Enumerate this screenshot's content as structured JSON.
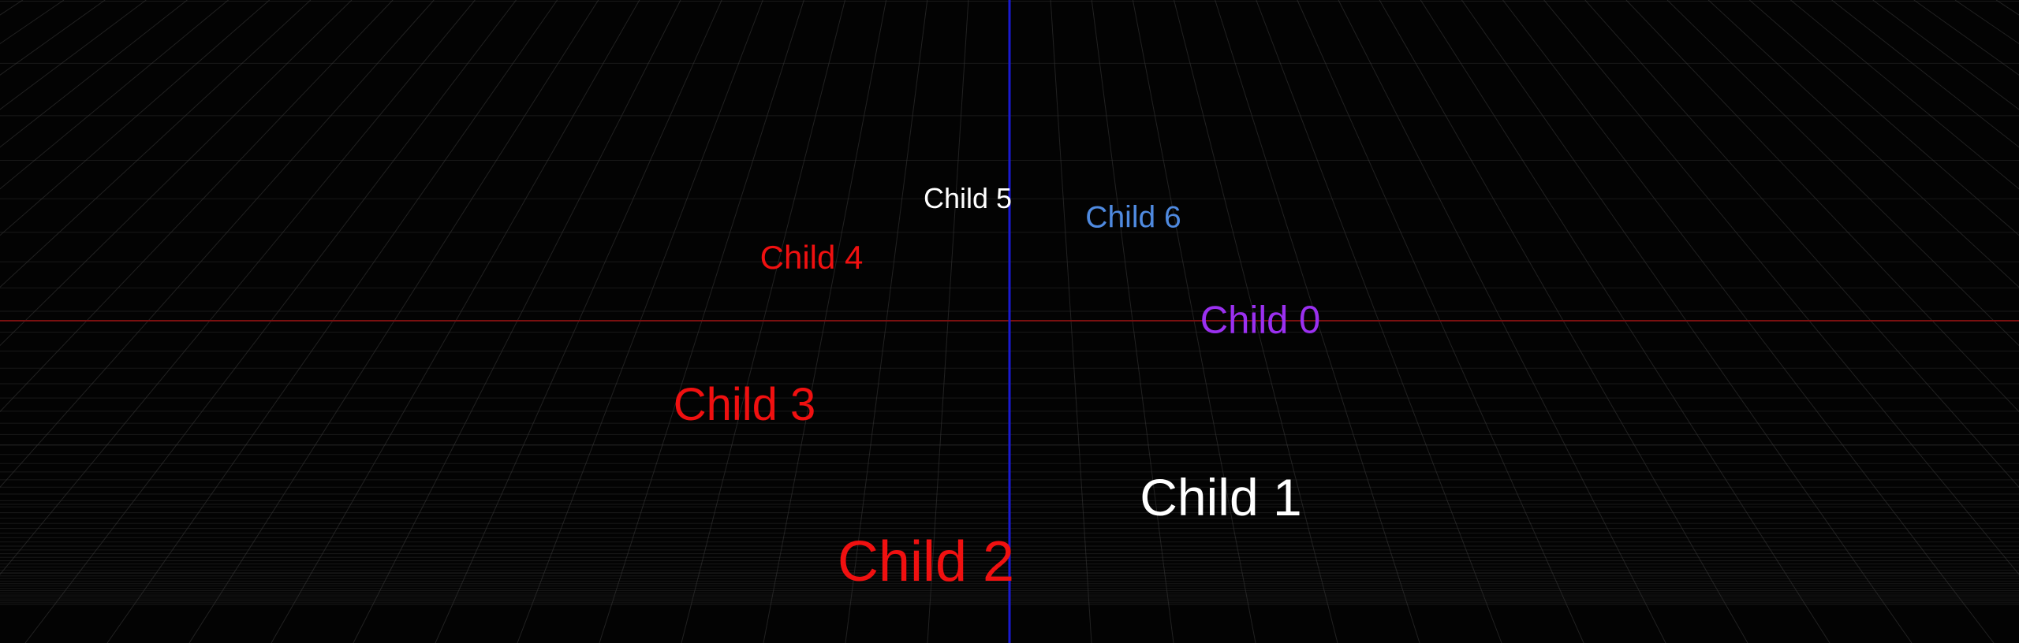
{
  "scene": {
    "background_color": "#030303",
    "grid_color": "#3a3a3a",
    "x_axis_color": "#7a1010",
    "y_axis_color": "#1a1ad0"
  },
  "children": [
    {
      "label": "Child 0",
      "color": "#9b30f0"
    },
    {
      "label": "Child 1",
      "color": "#ffffff"
    },
    {
      "label": "Child 2",
      "color": "#f01010"
    },
    {
      "label": "Child 3",
      "color": "#f01010"
    },
    {
      "label": "Child 4",
      "color": "#f01010"
    },
    {
      "label": "Child 5",
      "color": "#ffffff"
    },
    {
      "label": "Child 6",
      "color": "#4f8ae0"
    }
  ]
}
